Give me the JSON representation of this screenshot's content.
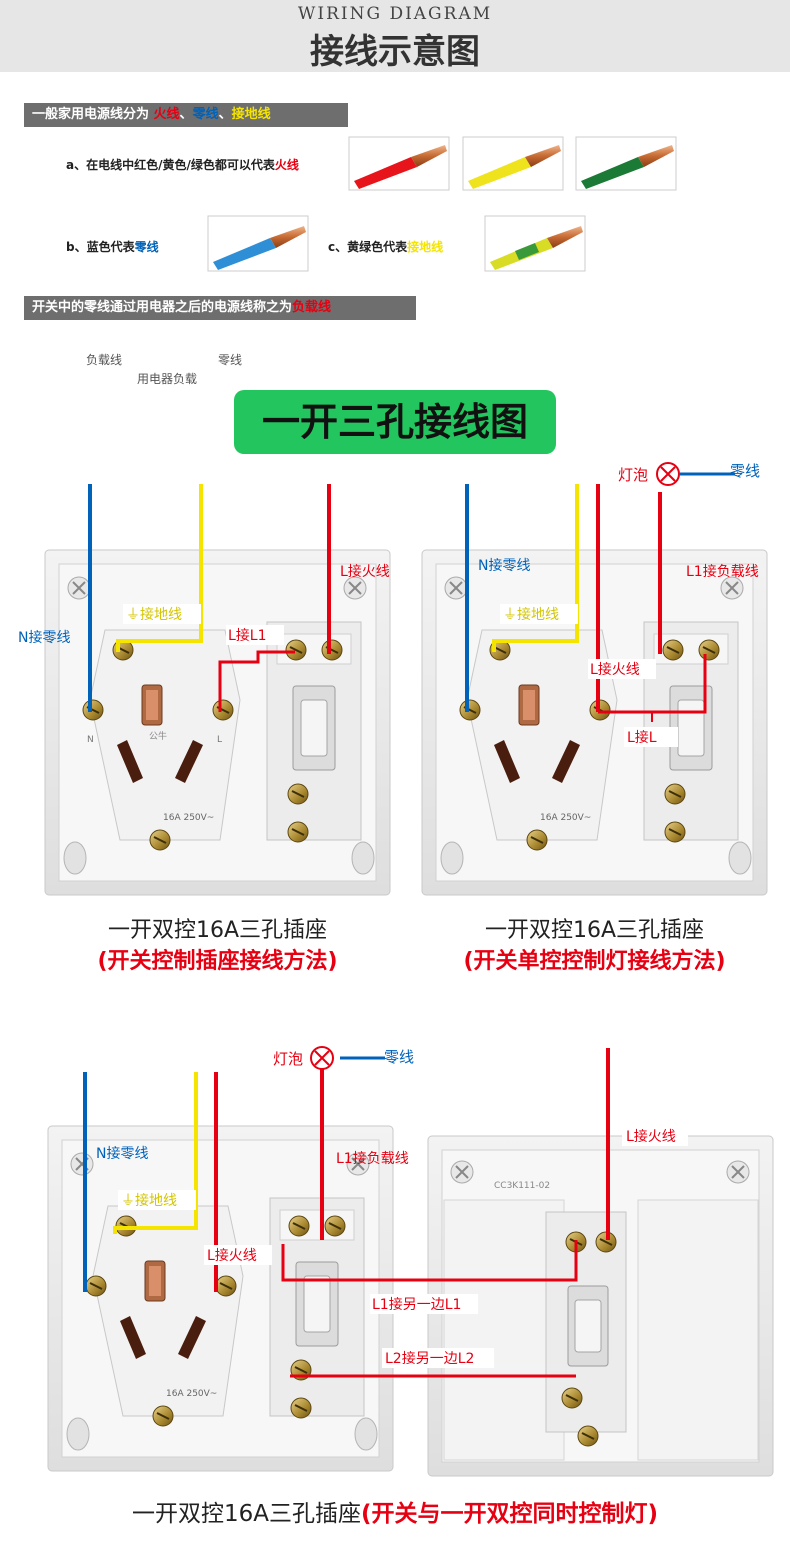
{
  "header": {
    "title_en": "WIRING DIAGRAM",
    "title_cn": "接线示意图"
  },
  "intro": {
    "bar_prefix": "一般家用电源线分为 ",
    "fire": "火线",
    "sep1": "、",
    "neutral": "零线",
    "sep2": "、",
    "ground": "接地线",
    "a_prefix": "a、在电线中红色/黄色/绿色都可以代表",
    "a_highlight": "火线",
    "b_prefix": "b、蓝色代表",
    "b_highlight": "零线",
    "c_prefix": "c、黄绿色代表",
    "c_highlight": "接地线"
  },
  "load_section": {
    "bar_prefix": "开关中的零线通过用电器之后的电源线称之为",
    "bar_highlight": "负载线",
    "left_label": "负载线",
    "right_label": "零线",
    "bottom_label": "用电器负载"
  },
  "main_title": "一开三孔接线图",
  "diagram1": {
    "labels": {
      "n": "N接零线",
      "ground": "⏚接地线",
      "l1": "L接L1",
      "fire": "L接火线"
    },
    "caption": "一开双控16A三孔插座",
    "subcaption": "(开关控制插座接线方法)"
  },
  "diagram2": {
    "labels": {
      "bulb": "灯泡",
      "neutral": "零线",
      "n": "N接零线",
      "ground": "⏚接地线",
      "load": "L1接负载线",
      "fire": "L接火线",
      "l": "L接L"
    },
    "caption": "一开双控16A三孔插座",
    "subcaption": "(开关单控控制灯接线方法)"
  },
  "diagram3": {
    "labels": {
      "bulb": "灯泡",
      "neutral": "零线",
      "n": "N接零线",
      "ground": "⏚接地线",
      "load": "L1接负载线",
      "fire": "L接火线",
      "fire_right": "L接火线",
      "l1": "L1接另一边L1",
      "l2": "L2接另一边L2"
    },
    "caption_main": "一开双控16A三孔插座",
    "caption_red": "(开关与一开双控同时控制灯)"
  },
  "socket_text": {
    "rating": "16A 250V~",
    "n": "N",
    "l": "L",
    "brand": "公牛",
    "model": "CC3K111-02"
  },
  "colors": {
    "red": "#e60012",
    "blue": "#0062b8",
    "yellow": "#f5e400",
    "green_title": "#22c55e",
    "bar": "#6e6e6e"
  }
}
